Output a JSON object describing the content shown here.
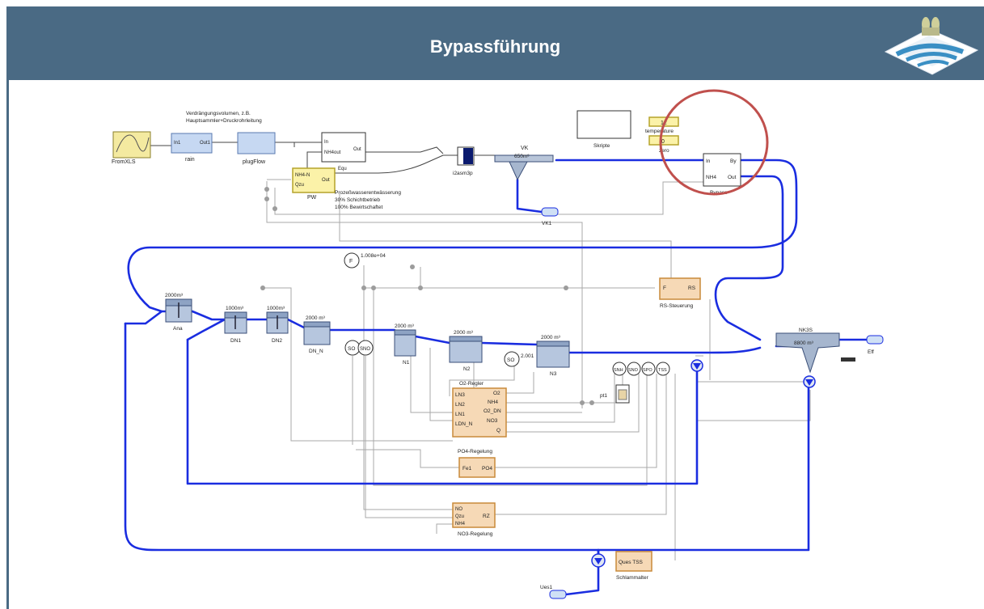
{
  "slide": {
    "title": "Bypassführung",
    "colors": {
      "header_bg": "#4a6a84",
      "header_text": "#ffffff",
      "flow_line": "#1a2de0",
      "highlight_circle": "#c0504d"
    }
  },
  "logo": {
    "icon": "water-treatment-logo-icon"
  },
  "diagram": {
    "note_volume": [
      "Verdrängungsvolumen, z.B.",
      "Hauptsammler+Druckrohrleitung"
    ],
    "fromxls": {
      "label": "FromXLS"
    },
    "rain": {
      "in": "In1",
      "out": "Out1",
      "label": "rain"
    },
    "plugflow": {
      "label": "plugFlow"
    },
    "equ": {
      "in": "In",
      "in2": "NH4out",
      "out": "Out",
      "label": "Equ"
    },
    "pw": {
      "in1": "NH4-N",
      "in2": "Qzu",
      "out": "Out",
      "label": "PW"
    },
    "pw_note": [
      "Prozeßwasserentwässerung",
      "30% Schichtbetrieb",
      "100% Bewirtschaftet"
    ],
    "conv": {
      "label": "i2asm3p"
    },
    "vk": {
      "name": "VK",
      "volume": "650m³"
    },
    "vk1": {
      "label": "VK1"
    },
    "skripte": {
      "label": "Skripte"
    },
    "temperature": {
      "value": "12",
      "label": "temperature"
    },
    "zero": {
      "value": "0",
      "label": "zero"
    },
    "bypass": {
      "in1": "In",
      "in2": "NH4",
      "out1": "By",
      "out2": "Out",
      "label": "Bypass"
    },
    "f_block": {
      "label": "F",
      "value": "1.008e+04"
    },
    "rs": {
      "in": "F",
      "out": "RS",
      "label": "RS-Steuerung"
    },
    "ana": {
      "volume": "2000m³",
      "label": "Ana"
    },
    "dn1": {
      "volume": "1000m³",
      "label": "DN1"
    },
    "dn2": {
      "volume": "1000m³",
      "label": "DN2"
    },
    "dn_n": {
      "volume": "2000 m³",
      "label": "DN_N"
    },
    "n1": {
      "volume": "2000 m³",
      "label": "N1"
    },
    "n2": {
      "volume": "2000 m³",
      "label": "N2"
    },
    "n3": {
      "volume": "2000 m³",
      "label": "N3"
    },
    "so1": "SO",
    "sno": "SNO",
    "so2": {
      "label": "SO",
      "value": "2.001"
    },
    "sensors": [
      "SNH",
      "SNO",
      "SPO",
      "TSS"
    ],
    "pt1": "pt1",
    "o2": {
      "title": "O2-Regler",
      "inputs": [
        "LN3",
        "LN2",
        "LN1",
        "LDN_N"
      ],
      "outputs": [
        "O2",
        "NH4",
        "O2_DN",
        "NO3",
        "Q"
      ]
    },
    "po4": {
      "in": "Fe1",
      "out": "PO4",
      "label": "PO4-Regelung"
    },
    "no3": {
      "inputs": [
        "NO",
        "Qzu",
        "NH4"
      ],
      "out": "RZ",
      "label": "NO3-Regelung"
    },
    "nk3s": {
      "name": "NK3S",
      "volume": "8800 m³"
    },
    "eff": {
      "label": "Eff"
    },
    "ques": {
      "label": "Ques TSS",
      "sub": "Schlammalter"
    },
    "ues1": {
      "label": "Ues1"
    }
  }
}
